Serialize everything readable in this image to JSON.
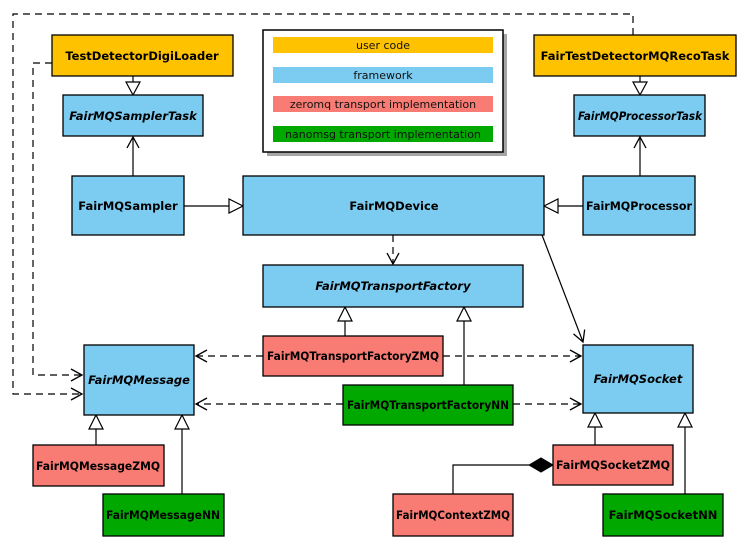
{
  "colors": {
    "user_code": "#FFC200",
    "framework": "#7CCBF1",
    "zeromq": "#F97C74",
    "nanomsg": "#00A800",
    "line": "#000000",
    "legend_shadow": "#A6A6A6",
    "background": "#FFFFFF"
  },
  "legend": {
    "items": [
      {
        "label": "user code",
        "color": "user_code"
      },
      {
        "label": "framework",
        "color": "framework"
      },
      {
        "label": "zeromq transport implementation",
        "color": "zeromq"
      },
      {
        "label": "nanomsg transport implementation",
        "color": "nanomsg"
      }
    ]
  },
  "nodes": {
    "test_detector_digi_loader": {
      "label": "TestDetectorDigiLoader",
      "category": "user_code",
      "abstract": false
    },
    "fair_test_detector_mq_reco_task": {
      "label": "FairTestDetectorMQRecoTask",
      "category": "user_code",
      "abstract": false
    },
    "fairmq_sampler_task": {
      "label": "FairMQSamplerTask",
      "category": "framework",
      "abstract": true
    },
    "fairmq_processor_task": {
      "label": "FairMQProcessorTask",
      "category": "framework",
      "abstract": true
    },
    "fairmq_sampler": {
      "label": "FairMQSampler",
      "category": "framework",
      "abstract": false
    },
    "fairmq_device": {
      "label": "FairMQDevice",
      "category": "framework",
      "abstract": false
    },
    "fairmq_processor": {
      "label": "FairMQProcessor",
      "category": "framework",
      "abstract": false
    },
    "fairmq_transport_factory": {
      "label": "FairMQTransportFactory",
      "category": "framework",
      "abstract": true
    },
    "fairmq_transport_factory_zmq": {
      "label": "FairMQTransportFactoryZMQ",
      "category": "zeromq",
      "abstract": false
    },
    "fairmq_transport_factory_nn": {
      "label": "FairMQTransportFactoryNN",
      "category": "nanomsg",
      "abstract": false
    },
    "fairmq_message": {
      "label": "FairMQMessage",
      "category": "framework",
      "abstract": true
    },
    "fairmq_socket": {
      "label": "FairMQSocket",
      "category": "framework",
      "abstract": true
    },
    "fairmq_message_zmq": {
      "label": "FairMQMessageZMQ",
      "category": "zeromq",
      "abstract": false
    },
    "fairmq_message_nn": {
      "label": "FairMQMessageNN",
      "category": "nanomsg",
      "abstract": false
    },
    "fairmq_socket_zmq": {
      "label": "FairMQSocketZMQ",
      "category": "zeromq",
      "abstract": false
    },
    "fairmq_socket_nn": {
      "label": "FairMQSocketNN",
      "category": "nanomsg",
      "abstract": false
    },
    "fairmq_context_zmq": {
      "label": "FairMQContextZMQ",
      "category": "zeromq",
      "abstract": false
    }
  }
}
